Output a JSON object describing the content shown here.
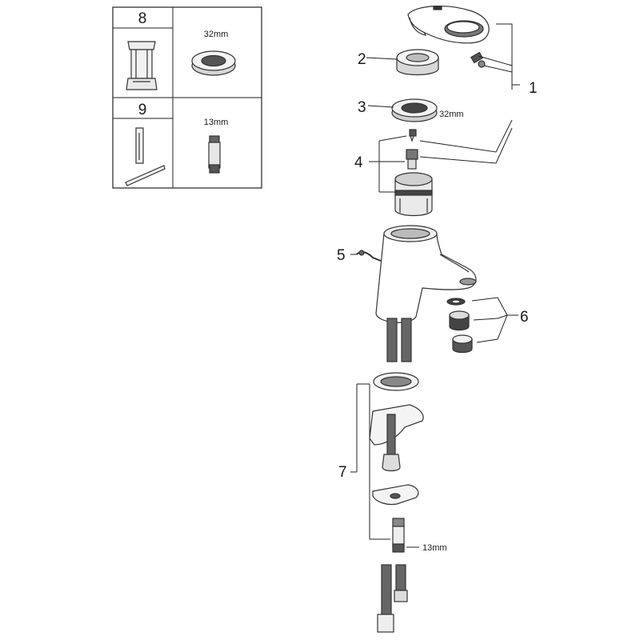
{
  "tools_table": {
    "rows": [
      {
        "number": "8",
        "size": "32mm",
        "tool_icon": "socket-tool-icon",
        "part_icon": "ring-nut-icon"
      },
      {
        "number": "9",
        "size": "13mm",
        "tool_icon": "hex-key-tool-icon",
        "part_icon": "hex-socket-icon"
      }
    ]
  },
  "callouts": [
    {
      "number": "1",
      "part": "lever-handle"
    },
    {
      "number": "2",
      "part": "cap-cover"
    },
    {
      "number": "3",
      "part": "ring-nut",
      "size": "32mm"
    },
    {
      "number": "4",
      "part": "cartridge"
    },
    {
      "number": "5",
      "part": "pop-up-rod"
    },
    {
      "number": "6",
      "part": "aerator-set"
    },
    {
      "number": "7",
      "part": "mounting-set",
      "size": "13mm"
    }
  ]
}
